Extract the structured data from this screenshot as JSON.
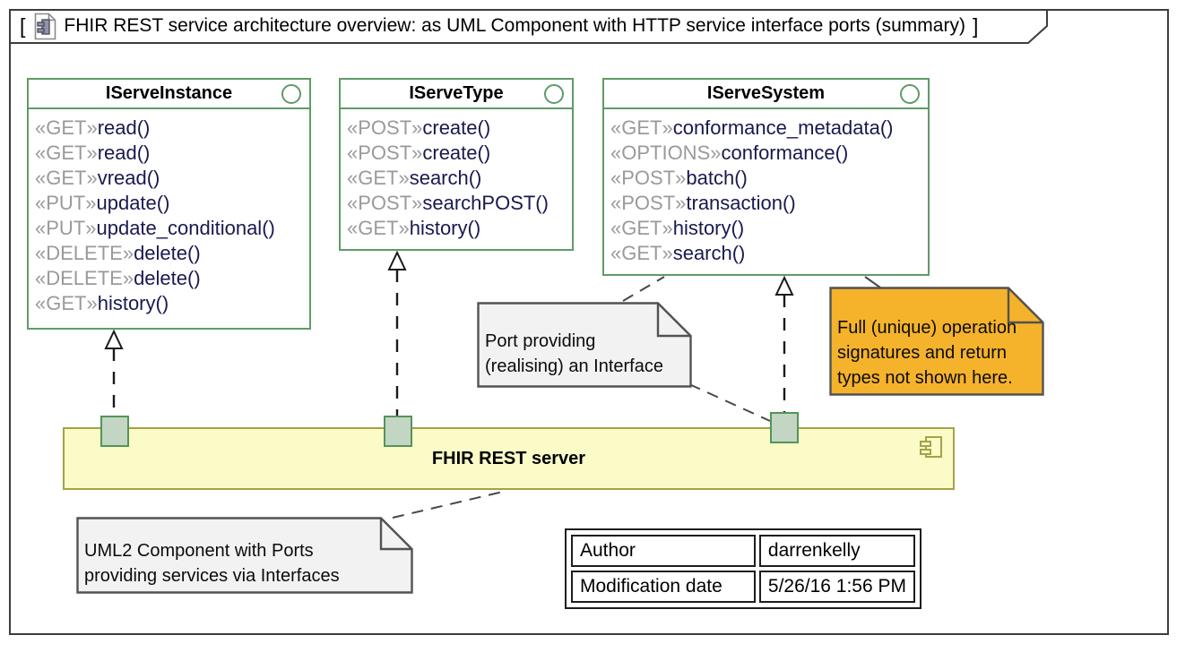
{
  "frame": {
    "bracket_open": "[",
    "bracket_close": "]",
    "title": "FHIR REST service architecture overview: as UML Component with HTTP service interface ports (summary)",
    "title_icon": "component-document-icon"
  },
  "interfaces": [
    {
      "name": "IServeInstance",
      "icon": "interface-circle-icon",
      "operations": [
        {
          "stereotype": "«GET»",
          "name": "read()"
        },
        {
          "stereotype": "«GET»",
          "name": "read()"
        },
        {
          "stereotype": "«GET»",
          "name": "vread()"
        },
        {
          "stereotype": "«PUT»",
          "name": "update()"
        },
        {
          "stereotype": "«PUT»",
          "name": "update_conditional()"
        },
        {
          "stereotype": "«DELETE»",
          "name": "delete()"
        },
        {
          "stereotype": "«DELETE»",
          "name": "delete()"
        },
        {
          "stereotype": "«GET»",
          "name": "history()"
        }
      ]
    },
    {
      "name": "IServeType",
      "icon": "interface-circle-icon",
      "operations": [
        {
          "stereotype": "«POST»",
          "name": "create()"
        },
        {
          "stereotype": "«POST»",
          "name": "create()"
        },
        {
          "stereotype": "«GET»",
          "name": "search()"
        },
        {
          "stereotype": "«POST»",
          "name": "searchPOST()"
        },
        {
          "stereotype": "«GET»",
          "name": "history()"
        }
      ]
    },
    {
      "name": "IServeSystem",
      "icon": "interface-circle-icon",
      "operations": [
        {
          "stereotype": "«GET»",
          "name": "conformance_metadata()"
        },
        {
          "stereotype": "«OPTIONS»",
          "name": "conformance()"
        },
        {
          "stereotype": "«POST»",
          "name": "batch()"
        },
        {
          "stereotype": "«POST»",
          "name": "transaction()"
        },
        {
          "stereotype": "«GET»",
          "name": "history()"
        },
        {
          "stereotype": "«GET»",
          "name": "search()"
        }
      ]
    }
  ],
  "component": {
    "label": "FHIR REST server",
    "icon": "uml-component-icon"
  },
  "notes": {
    "port_note": {
      "lines": [
        "Port providing",
        "(realising) an Interface"
      ]
    },
    "signature_note": {
      "lines": [
        "Full (unique) operation",
        "signatures and return",
        "types not shown here."
      ]
    },
    "component_note": {
      "lines": [
        "UML2 Component with Ports",
        "providing services via Interfaces"
      ]
    }
  },
  "info_table": {
    "rows": [
      {
        "label": "Author",
        "value": "darrenkelly"
      },
      {
        "label": "Modification date",
        "value": "5/26/16 1:56 PM"
      }
    ]
  },
  "colors": {
    "interface_green": "#5f9b68",
    "component_yellow": "#fbfbc8",
    "component_border_olive": "#a3a348",
    "port_green": "#c2d6c3",
    "note_gray": "#f2f2f2",
    "note_orange": "#f5b32b",
    "stereotype_gray": "#9a9a9a",
    "operation_navy": "#191950"
  }
}
